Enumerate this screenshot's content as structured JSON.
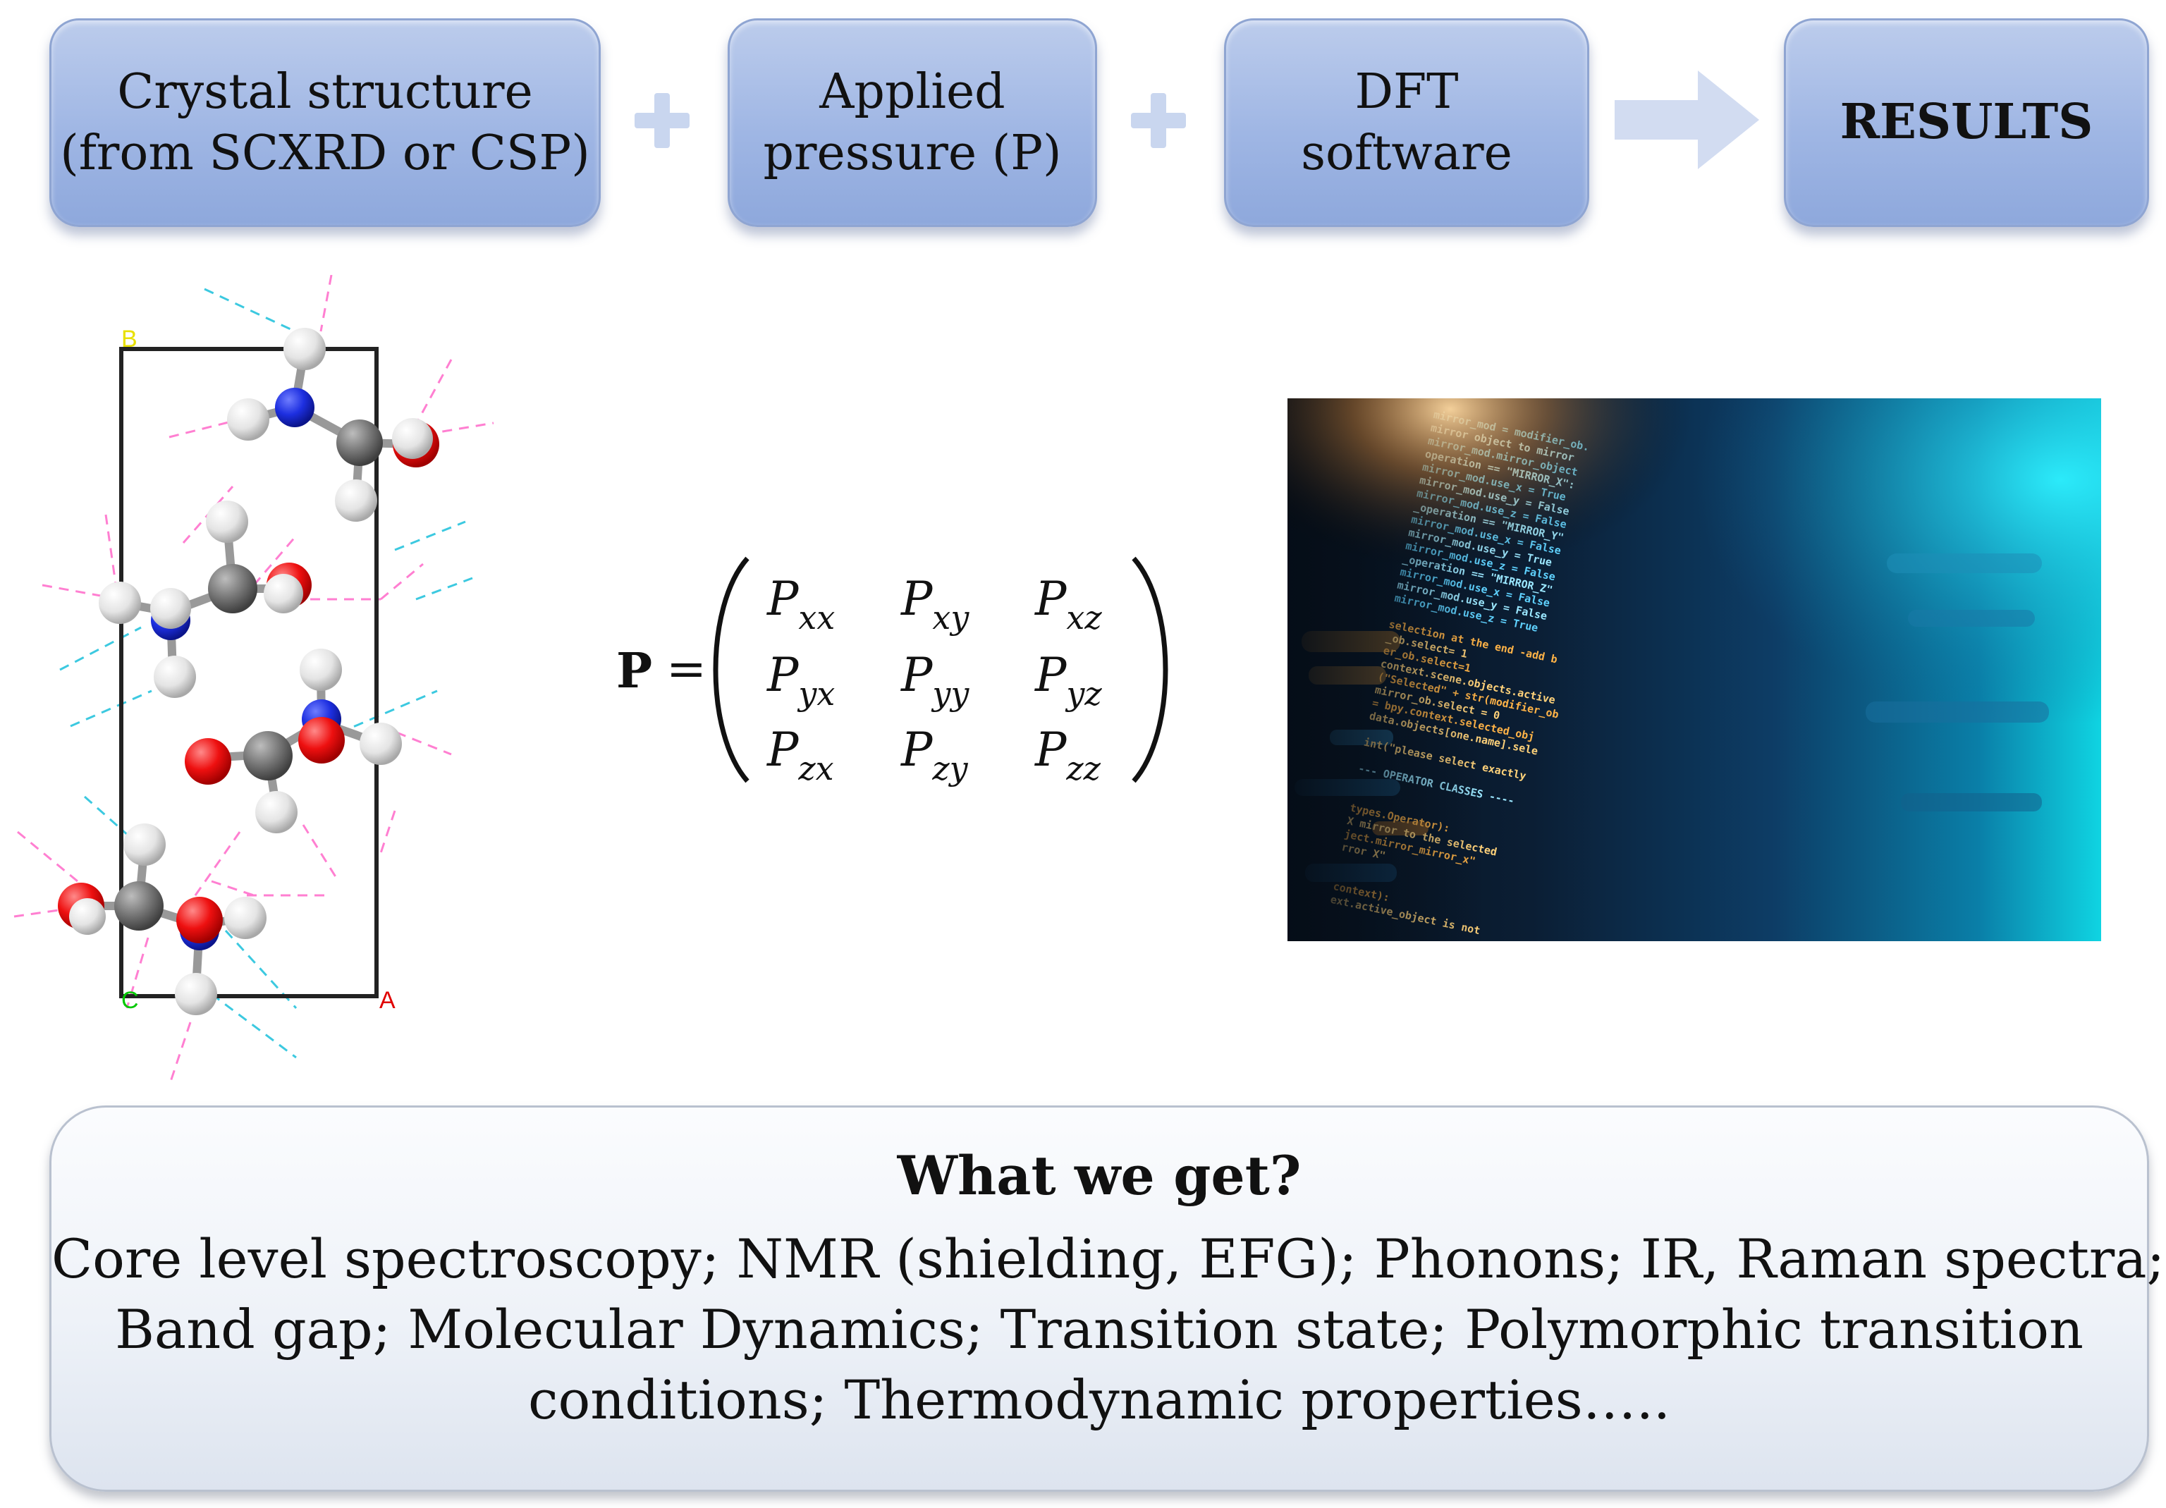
{
  "boxes": {
    "crystal": {
      "line1": "Crystal structure",
      "line2": "(from SCXRD or CSP)"
    },
    "pressure": {
      "line1": "Applied",
      "line2": "pressure (P)"
    },
    "dft": {
      "line1": "DFT",
      "line2": "software"
    },
    "results": {
      "label": "RESULTS"
    }
  },
  "structure": {
    "axis_b": "B",
    "axis_c": "C",
    "axis_a": "A"
  },
  "matrix": {
    "lhs": "P",
    "rows": [
      [
        {
          "sym": "P",
          "sub": "xx"
        },
        {
          "sym": "P",
          "sub": "xy"
        },
        {
          "sym": "P",
          "sub": "xz"
        }
      ],
      [
        {
          "sym": "P",
          "sub": "yx"
        },
        {
          "sym": "P",
          "sub": "yy"
        },
        {
          "sym": "P",
          "sub": "yz"
        }
      ],
      [
        {
          "sym": "P",
          "sub": "zx"
        },
        {
          "sym": "P",
          "sub": "zy"
        },
        {
          "sym": "P",
          "sub": "zz"
        }
      ]
    ]
  },
  "code_image": {
    "lines": [
      "mirror_mod = modifier_ob.",
      "mirror object to mirror",
      "mirror_mod.mirror_object",
      "operation == \"MIRROR_X\":",
      "mirror_mod.use_x = True",
      "mirror_mod.use_y = False",
      "mirror_mod.use_z = False",
      "_operation == \"MIRROR_Y\"",
      "mirror_mod.use_x = False",
      "mirror_mod.use_y = True",
      "mirror_mod.use_z = False",
      "_operation == \"MIRROR_Z\"",
      "mirror_mod.use_x = False",
      "mirror_mod.use_y = False",
      "mirror_mod.use_z = True",
      "",
      "selection at the end -add b",
      "_ob.select= 1",
      "er_ob.select=1",
      "context.scene.objects.active",
      "(\"Selected\" + str(modifier_ob",
      "mirror_ob.select = 0",
      "= bpy.context.selected_obj",
      "data.objects[one.name].sele",
      "",
      "int(\"please select exactly",
      "",
      "--- OPERATOR CLASSES ----",
      "",
      "",
      "types.Operator):",
      "X mirror to the selected",
      "ject.mirror_mirror_x\"",
      "rror X\"",
      "",
      "",
      "context):",
      "ext.active_object is not"
    ]
  },
  "results_panel": {
    "question": "What we get?",
    "line1": "Core level spectroscopy; NMR (shielding, EFG); Phonons; IR, Raman spectra;",
    "line2": "Band gap; Molecular Dynamics; Transition state; Polymorphic transition",
    "line3": "conditions; Thermodynamic properties….."
  }
}
